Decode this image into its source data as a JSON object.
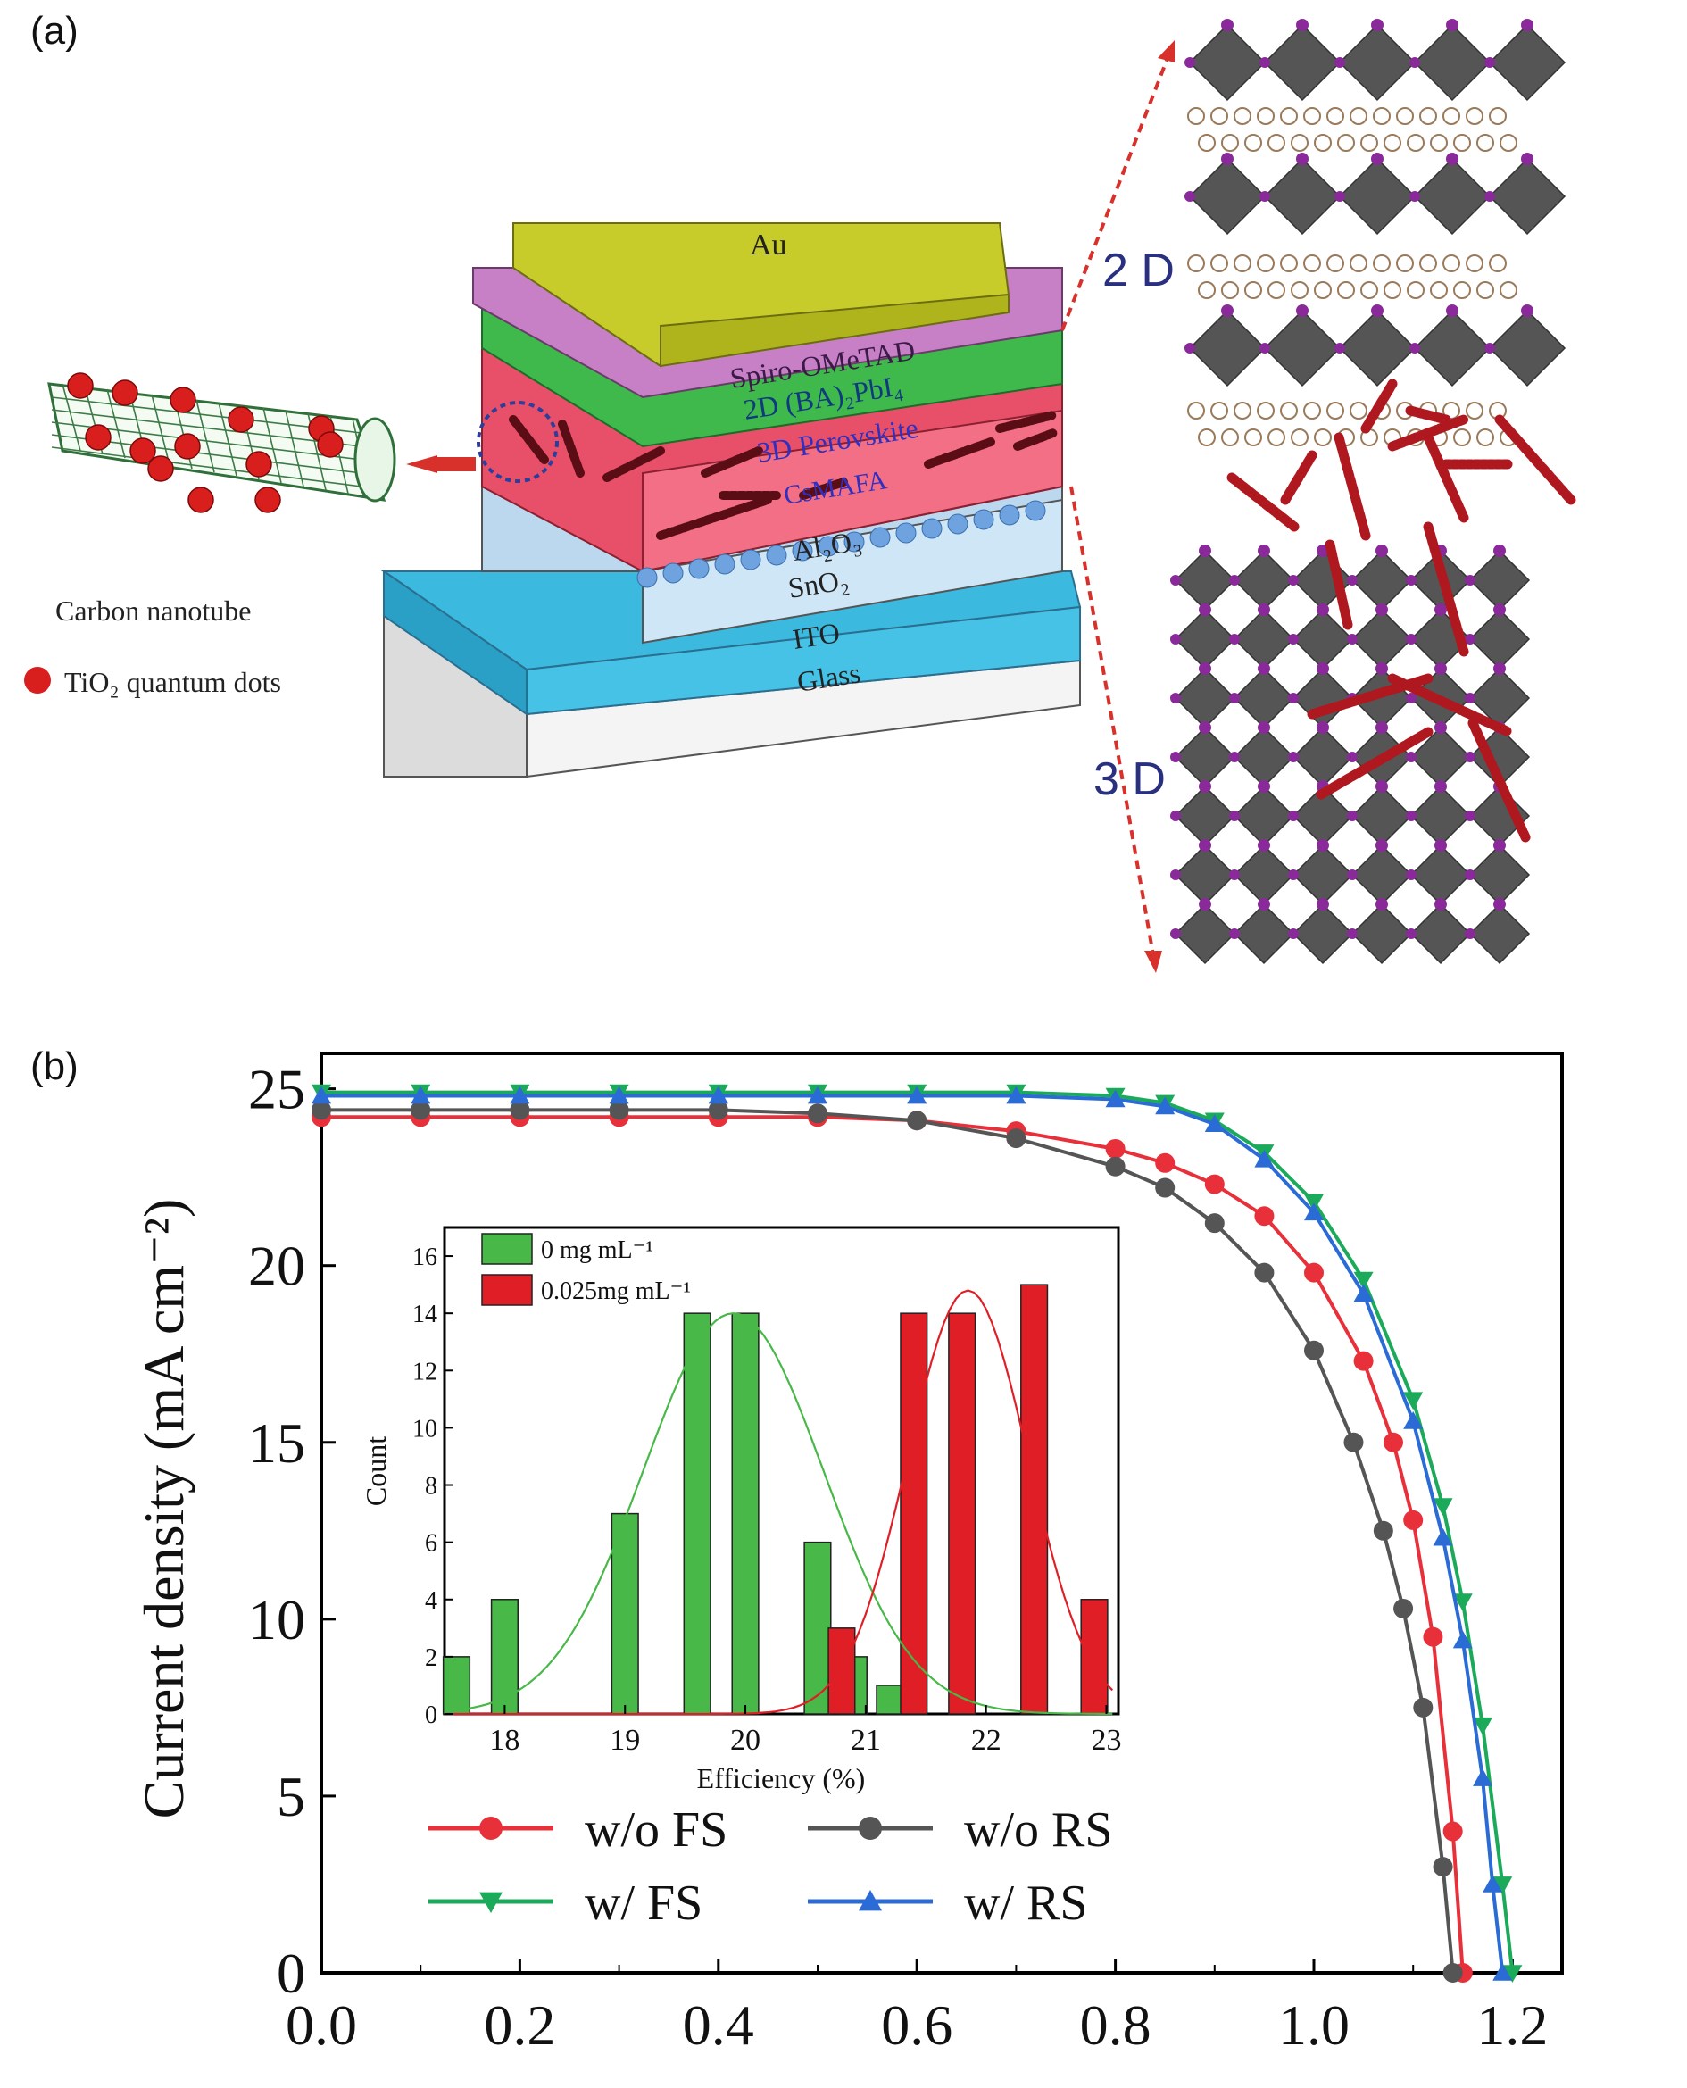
{
  "panel_a": {
    "label": "(a)",
    "layers": {
      "au": "Au",
      "spiro": "Spiro-OMeTAD",
      "twod": "2D  (BA)₂PbI₄",
      "threed": "3D Perovskite",
      "csmafa": "CsMAFA",
      "al2o3": "Al₂O₃",
      "sno2": "SnO₂",
      "ito": "ITO",
      "glass": "Glass"
    },
    "legend": {
      "cnt": "Carbon nanotube",
      "qd": "TiO₂ quantum dots"
    },
    "crystal": {
      "label_2d": "2 D",
      "label_3d": "3 D"
    },
    "colors": {
      "au": "#c8cc2a",
      "spiro": "#c77fc6",
      "twod": "#3fb84c",
      "perovskite": "#e8506a",
      "sno2": "#bcd8ef",
      "ito": "#3bb9df",
      "glass": "#f2f2f2",
      "qd": "#d91e1e",
      "octahedra": "#555555"
    }
  },
  "panel_b": {
    "label": "(b)"
  },
  "chart_data": [
    {
      "type": "line",
      "ylabel": "Current density (mA cm⁻²)",
      "xlabel": "",
      "xlim": [
        0.0,
        1.25
      ],
      "ylim": [
        0,
        26
      ],
      "xticks": [
        "0.0",
        "0.2",
        "0.4",
        "0.6",
        "0.8",
        "1.0",
        "1.2"
      ],
      "yticks": [
        "0",
        "5",
        "10",
        "15",
        "20",
        "25"
      ],
      "legend_placement": "bottom-center",
      "series": [
        {
          "name": "w/o FS",
          "color": "#e8303a",
          "marker": "circle",
          "x": [
            0.0,
            0.1,
            0.2,
            0.3,
            0.4,
            0.5,
            0.6,
            0.7,
            0.8,
            0.85,
            0.9,
            0.95,
            1.0,
            1.05,
            1.08,
            1.1,
            1.12,
            1.14,
            1.15
          ],
          "y": [
            24.2,
            24.2,
            24.2,
            24.2,
            24.2,
            24.2,
            24.1,
            23.8,
            23.3,
            22.9,
            22.3,
            21.4,
            19.8,
            17.3,
            15.0,
            12.8,
            9.5,
            4.0,
            0.0
          ]
        },
        {
          "name": "w/o RS",
          "color": "#555555",
          "marker": "circle",
          "x": [
            0.0,
            0.1,
            0.2,
            0.3,
            0.4,
            0.5,
            0.6,
            0.7,
            0.8,
            0.85,
            0.9,
            0.95,
            1.0,
            1.04,
            1.07,
            1.09,
            1.11,
            1.13,
            1.14
          ],
          "y": [
            24.4,
            24.4,
            24.4,
            24.4,
            24.4,
            24.3,
            24.1,
            23.6,
            22.8,
            22.2,
            21.2,
            19.8,
            17.6,
            15.0,
            12.5,
            10.3,
            7.5,
            3.0,
            0.0
          ]
        },
        {
          "name": "w/   FS",
          "color": "#1aaa5a",
          "marker": "triangle-down",
          "x": [
            0.0,
            0.1,
            0.2,
            0.3,
            0.4,
            0.5,
            0.6,
            0.7,
            0.8,
            0.85,
            0.9,
            0.95,
            1.0,
            1.05,
            1.1,
            1.13,
            1.15,
            1.17,
            1.19,
            1.2
          ],
          "y": [
            24.9,
            24.9,
            24.9,
            24.9,
            24.9,
            24.9,
            24.9,
            24.9,
            24.8,
            24.6,
            24.1,
            23.2,
            21.8,
            19.6,
            16.2,
            13.2,
            10.5,
            7.0,
            2.5,
            0.0
          ]
        },
        {
          "name": "w/   RS",
          "color": "#2a6bd6",
          "marker": "triangle-up",
          "x": [
            0.0,
            0.1,
            0.2,
            0.3,
            0.4,
            0.5,
            0.6,
            0.7,
            0.8,
            0.85,
            0.9,
            0.95,
            1.0,
            1.05,
            1.1,
            1.13,
            1.15,
            1.17,
            1.18,
            1.19
          ],
          "y": [
            24.8,
            24.8,
            24.8,
            24.8,
            24.8,
            24.8,
            24.8,
            24.8,
            24.7,
            24.5,
            24.0,
            23.0,
            21.5,
            19.2,
            15.6,
            12.3,
            9.4,
            5.5,
            2.5,
            0.0
          ]
        }
      ]
    },
    {
      "type": "bar",
      "xlabel": "Efficiency (%)",
      "ylabel": "Count",
      "xlim": [
        17.5,
        23.1
      ],
      "ylim": [
        0,
        17
      ],
      "xticks": [
        "18",
        "19",
        "20",
        "21",
        "22",
        "23"
      ],
      "yticks": [
        "0",
        "2",
        "4",
        "6",
        "8",
        "10",
        "12",
        "14",
        "16"
      ],
      "legend_placement": "top-left",
      "series": [
        {
          "name": "0 mg mL⁻¹",
          "color": "#48b848",
          "x": [
            17.6,
            18.0,
            19.0,
            19.6,
            20.0,
            20.6,
            20.9,
            21.2
          ],
          "y": [
            2,
            4,
            7,
            14,
            14,
            6,
            2,
            1
          ]
        },
        {
          "name": "0.025mg mL⁻¹",
          "color": "#e01e26",
          "x": [
            20.8,
            21.4,
            21.8,
            22.4,
            22.9
          ],
          "y": [
            3,
            14,
            14,
            15,
            4
          ]
        }
      ]
    }
  ]
}
